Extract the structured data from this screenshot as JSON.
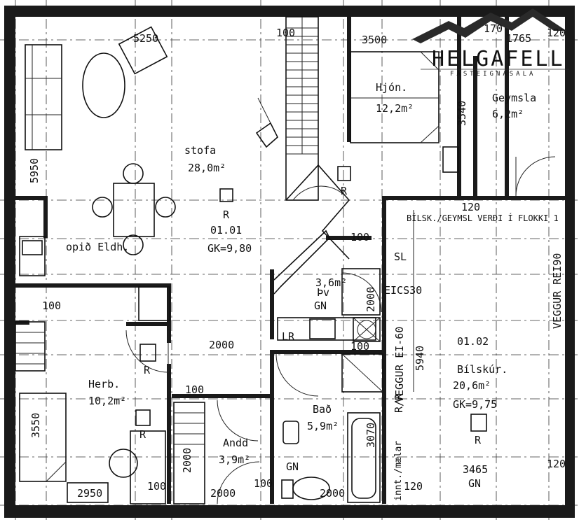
{
  "logo": {
    "name": "HELGAFELL",
    "subtitle": "FASTEIGNASALA"
  },
  "rooms": {
    "stofa": {
      "name": "stofa",
      "area": "28,0m²"
    },
    "hjon": {
      "name": "Hjón.",
      "area": "12,2m²"
    },
    "geymsla": {
      "name": "Geymsla",
      "area": "6,2m²"
    },
    "herb": {
      "name": "Herb.",
      "area": "10,2m²"
    },
    "bad": {
      "name": "Bað",
      "area": "5,9m²"
    },
    "andd": {
      "name": "Andd",
      "area": "3,9m²"
    },
    "bilskur": {
      "name": "Bílskúr.",
      "area": "20,6m²",
      "code": "01.02",
      "gk": "GK=9,75"
    },
    "small": {
      "area": "3,6m²",
      "code": "Þv"
    },
    "eldh": {
      "name": "opið Eldh."
    },
    "main_unit": {
      "code": "01.01",
      "gk": "GK=9,80"
    }
  },
  "notes": {
    "garage_note": "BÍLSK./GEYMSL VERÐI Í FLOKKI 1",
    "veggur_rei90": "VEGGUR REI90",
    "veggur_ei60": "VEGGUR EI-60",
    "eics30": "EICS30",
    "sl": "SL",
    "lr": "LR",
    "rr": "R/R",
    "inntak": "innt./mælar",
    "gn1": "GN",
    "gn2": "GN",
    "gn3": "GN"
  },
  "markers": {
    "r": "R"
  },
  "dimensions": {
    "d5250": "5250",
    "d3500": "3500",
    "d1765": "1765",
    "d120a": "120",
    "d170": "170",
    "d100a": "100",
    "d5950": "5950",
    "d3540": "3540",
    "d120b": "120",
    "d100b": "100",
    "d100c": "100",
    "d2000a": "2000",
    "d2000b": "2000",
    "d5940": "5940",
    "d100d": "100",
    "d100e": "100",
    "d3550": "3550",
    "d2000c": "2000",
    "d3070": "3070",
    "d3465": "3465",
    "d120c": "120",
    "d2950": "2950",
    "d100f": "100",
    "d2000d": "2000",
    "d100g": "100",
    "d2000e": "2000",
    "d120d": "120"
  }
}
